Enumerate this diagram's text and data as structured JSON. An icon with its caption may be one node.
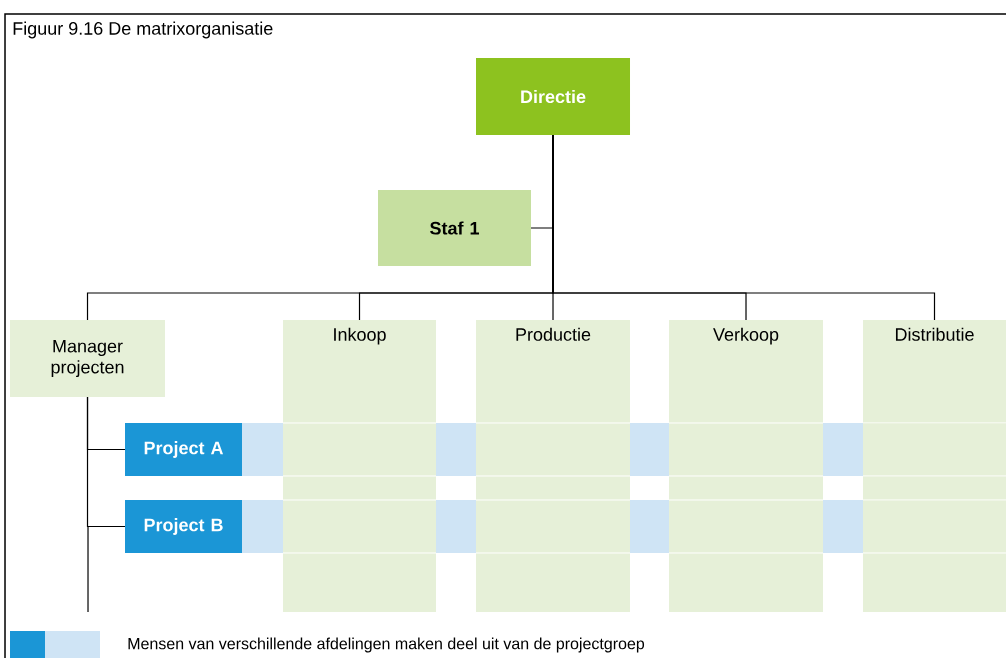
{
  "diagram": {
    "title": "Figuur 9.16 De matrixorganisatie",
    "nodes": [
      {
        "text": [
          "Directie"
        ]
      },
      {
        "text": [
          "Staf 1"
        ]
      },
      {
        "text": [
          "Manager projecten"
        ]
      },
      {
        "text": [
          "Inkoop"
        ]
      },
      {
        "text": [
          "Productie"
        ]
      },
      {
        "text": [
          "Verkoop"
        ]
      },
      {
        "text": [
          "Distributie"
        ]
      },
      {
        "text": [
          "Project A"
        ]
      },
      {
        "text": [
          "Project B"
        ]
      }
    ],
    "edges": [
      {
        "from": 0,
        "to": 1,
        "arrow": "none"
      },
      {
        "from": 0,
        "to": 2,
        "arrow": "none"
      },
      {
        "from": 0,
        "to": 3,
        "arrow": "none"
      },
      {
        "from": 0,
        "to": 4,
        "arrow": "none"
      },
      {
        "from": 0,
        "to": 5,
        "arrow": "none"
      },
      {
        "from": 0,
        "to": 6,
        "arrow": "none"
      },
      {
        "from": 2,
        "to": 7,
        "arrow": "none"
      },
      {
        "from": 2,
        "to": 8,
        "arrow": "none"
      }
    ],
    "legend": [
      {
        "text": "Mensen van verschillende afdelingen maken deel uit van de projectgroep",
        "color": "#1b96d6"
      }
    ]
  }
}
